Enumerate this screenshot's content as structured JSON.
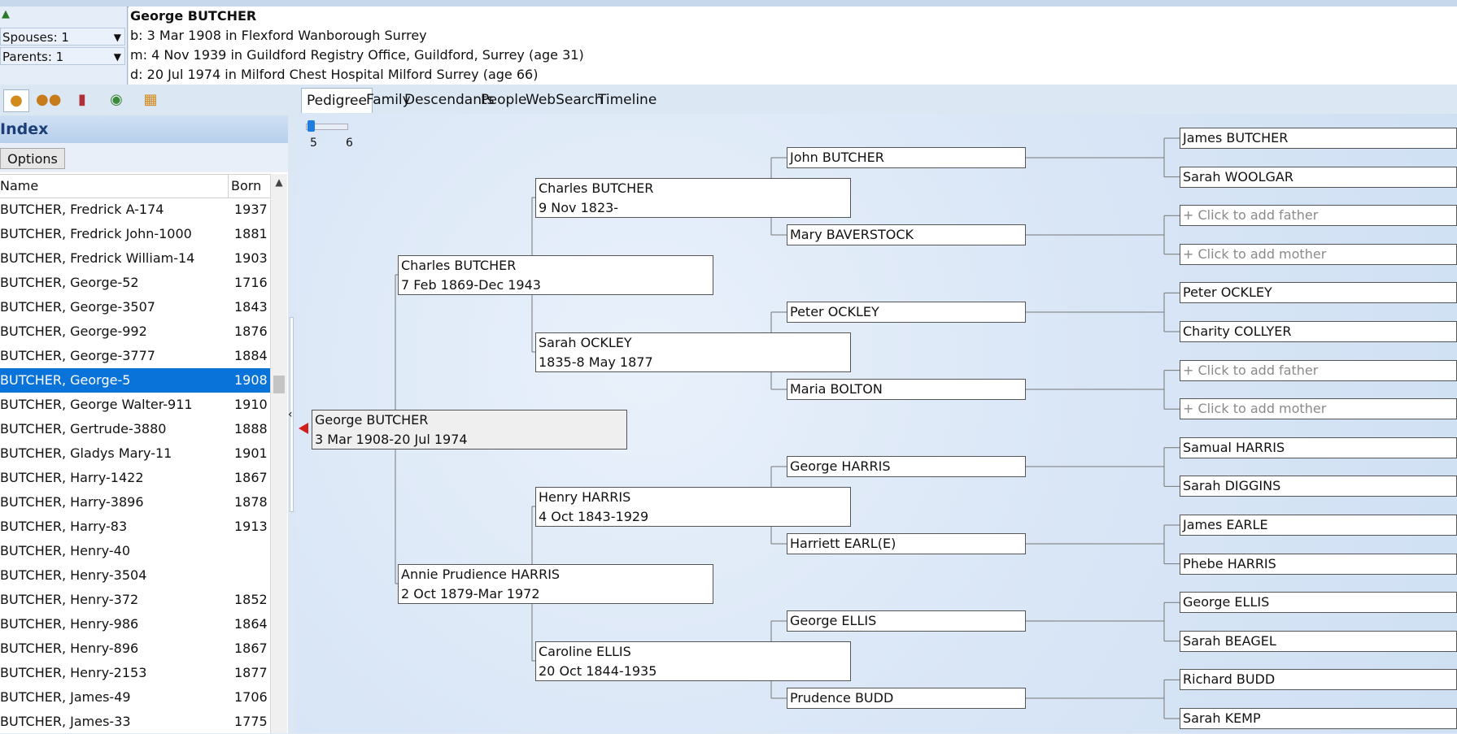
{
  "header": {
    "spouses_label": "Spouses: 1",
    "parents_label": "Parents: 1",
    "name": "George BUTCHER",
    "birth": "b: 3 Mar 1908 in Flexford Wanborough Surrey",
    "marriage": "m: 4 Nov 1939 in Guildford Registry Office, Guildford, Surrey (age 31)",
    "death": "d: 20 Jul 1974 in Milford Chest Hospital Milford Surrey (age 66)"
  },
  "left_panel": {
    "title": "Index",
    "options_label": "Options",
    "col_name": "Name",
    "col_born": "Born",
    "icons": [
      "person-icon",
      "family-icon",
      "sources-icon",
      "globe-icon",
      "calendar-icon"
    ],
    "rows": [
      {
        "name": "BUTCHER, Fredrick A-174",
        "born": "1937"
      },
      {
        "name": "BUTCHER, Fredrick John-1000",
        "born": "1881"
      },
      {
        "name": "BUTCHER, Fredrick William-14",
        "born": "1903"
      },
      {
        "name": "BUTCHER, George-52",
        "born": "1716"
      },
      {
        "name": "BUTCHER, George-3507",
        "born": "1843"
      },
      {
        "name": "BUTCHER, George-992",
        "born": "1876"
      },
      {
        "name": "BUTCHER, George-3777",
        "born": "1884"
      },
      {
        "name": "BUTCHER, George-5",
        "born": "1908"
      },
      {
        "name": "BUTCHER, George Walter-911",
        "born": "1910"
      },
      {
        "name": "BUTCHER, Gertrude-3880",
        "born": "1888"
      },
      {
        "name": "BUTCHER, Gladys Mary-11",
        "born": "1901"
      },
      {
        "name": "BUTCHER, Harry-1422",
        "born": "1867"
      },
      {
        "name": "BUTCHER, Harry-3896",
        "born": "1878"
      },
      {
        "name": "BUTCHER, Harry-83",
        "born": "1913"
      },
      {
        "name": "BUTCHER, Henry-40",
        "born": ""
      },
      {
        "name": "BUTCHER, Henry-3504",
        "born": ""
      },
      {
        "name": "BUTCHER, Henry-372",
        "born": "1852"
      },
      {
        "name": "BUTCHER, Henry-986",
        "born": "1864"
      },
      {
        "name": "BUTCHER, Henry-896",
        "born": "1867"
      },
      {
        "name": "BUTCHER, Henry-2153",
        "born": "1877"
      },
      {
        "name": "BUTCHER, James-49",
        "born": "1706"
      },
      {
        "name": "BUTCHER, James-33",
        "born": "1775"
      }
    ],
    "selected_index": 7
  },
  "tabs": [
    "Pedigree",
    "Family",
    "Descendants",
    "People",
    "WebSearch",
    "Timeline"
  ],
  "active_tab": "Pedigree",
  "generation_slider": {
    "min_label": "5",
    "max_label": "6"
  },
  "pedigree": {
    "root": {
      "name": "George BUTCHER",
      "dates": "3 Mar 1908-20 Jul 1974"
    },
    "father": {
      "name": "Charles BUTCHER",
      "dates": "7 Feb 1869-Dec 1943"
    },
    "mother": {
      "name": "Annie Prudience HARRIS",
      "dates": "2 Oct 1879-Mar 1972"
    },
    "paternal_grandfather": {
      "name": "Charles BUTCHER",
      "dates": "9 Nov 1823-"
    },
    "paternal_grandmother": {
      "name": "Sarah OCKLEY",
      "dates": "1835-8 May 1877"
    },
    "maternal_grandfather": {
      "name": "Henry HARRIS",
      "dates": "4 Oct 1843-1929"
    },
    "maternal_grandmother": {
      "name": "Caroline ELLIS",
      "dates": "20 Oct 1844-1935"
    },
    "great_grandparents": [
      "John BUTCHER",
      "Mary BAVERSTOCK",
      "Peter OCKLEY",
      "Maria BOLTON",
      "George HARRIS",
      "Harriett EARL(E)",
      "George ELLIS",
      "Prudence BUDD"
    ],
    "great_great_grandparents": [
      "James BUTCHER",
      "Sarah WOOLGAR",
      "+ Click to add father",
      "+ Click to add mother",
      "Peter OCKLEY",
      "Charity COLLYER",
      "+ Click to add father",
      "+ Click to add mother",
      "Samual HARRIS",
      "Sarah DIGGINS",
      "James EARLE",
      "Phebe HARRIS",
      "George ELLIS",
      "Sarah BEAGEL",
      "Richard BUDD",
      "Sarah KEMP"
    ]
  }
}
